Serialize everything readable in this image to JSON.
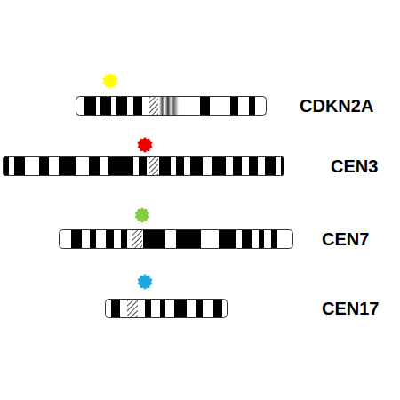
{
  "diagram": {
    "labels": [
      "CDKN2A",
      "CEN3",
      "CEN7",
      "CEN17"
    ]
  }
}
